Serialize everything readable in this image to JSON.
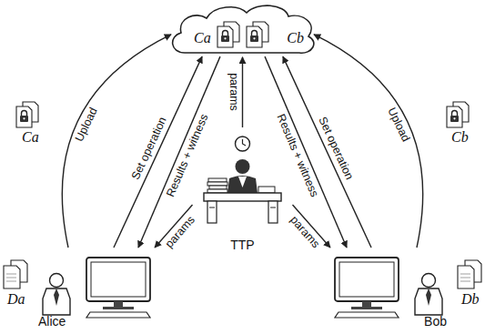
{
  "diagram": {
    "nodes": [
      {
        "text": [
          "Ca",
          "Cb"
        ]
      },
      {
        "text": [
          "Alice"
        ]
      },
      {
        "text": [
          "TTP"
        ]
      },
      {
        "text": [
          "Bob"
        ]
      }
    ],
    "edges": [
      {
        "from": 1,
        "to": 0,
        "label": "Upload",
        "arrow": "to"
      },
      {
        "from": 1,
        "to": 0,
        "label": "Set operation",
        "arrow": "to"
      },
      {
        "from": 0,
        "to": 1,
        "label": "Results + witness",
        "arrow": "to"
      },
      {
        "from": 2,
        "to": 0,
        "label": "params",
        "arrow": "to"
      },
      {
        "from": 2,
        "to": 1,
        "label": "params",
        "arrow": "to"
      },
      {
        "from": 2,
        "to": 3,
        "label": "params",
        "arrow": "to"
      },
      {
        "from": 3,
        "to": 0,
        "label": "Upload",
        "arrow": "to"
      },
      {
        "from": 3,
        "to": 0,
        "label": "Set operation",
        "arrow": "to"
      },
      {
        "from": 0,
        "to": 3,
        "label": "Results + witness",
        "arrow": "to"
      }
    ],
    "labels": [
      "Ca",
      "Cb",
      "Da",
      "Db"
    ]
  }
}
